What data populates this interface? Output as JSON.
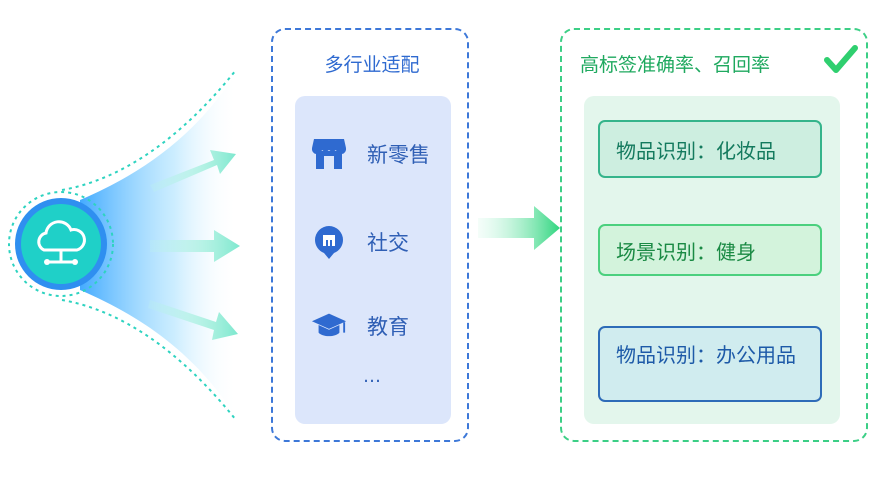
{
  "industry": {
    "title": "多行业适配",
    "items": [
      {
        "label": "新零售",
        "icon": "storefront-icon"
      },
      {
        "label": "社交",
        "icon": "chat-bubble-icon"
      },
      {
        "label": "教育",
        "icon": "graduation-cap-icon"
      }
    ],
    "more": "…"
  },
  "result": {
    "title": "高标签准确率、召回率",
    "tags": [
      "物品识别：化妆品",
      "场景识别：健身",
      "物品识别：办公用品"
    ]
  },
  "colors": {
    "blue": "#3d78d8",
    "green": "#3ccf86",
    "cyan": "#2ed3c0"
  }
}
